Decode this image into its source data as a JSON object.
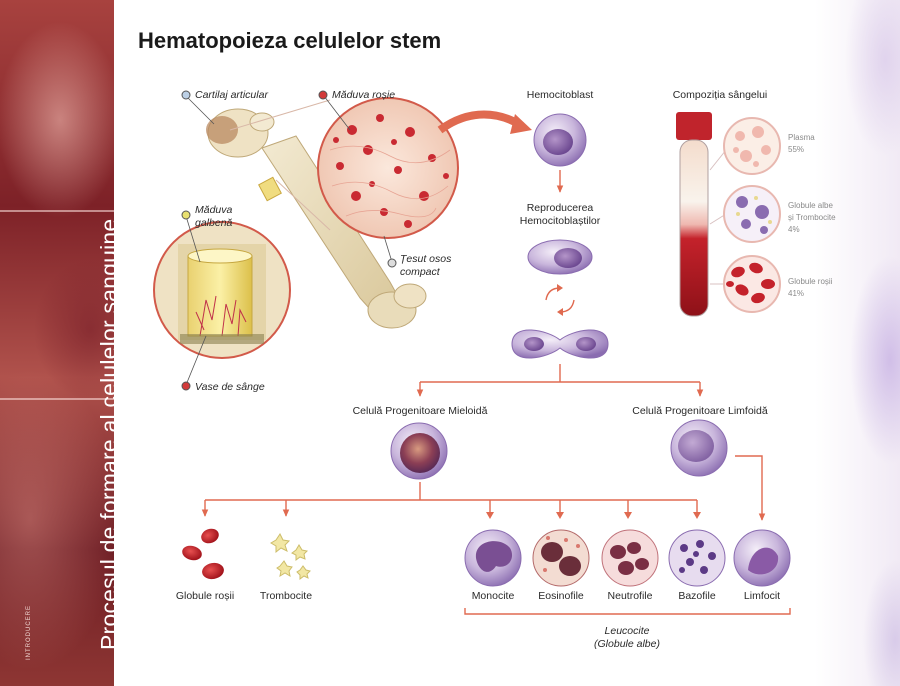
{
  "title": "Hematopoieza celulelor stem",
  "sidebar": {
    "title": "Procesul de formare al celulelor sanguine",
    "section": "INTRODUCERE"
  },
  "bone_labels": {
    "cartilage": "Cartilaj articular",
    "red_marrow": "Măduva roșie",
    "yellow_marrow": [
      "Măduva",
      "galbenă"
    ],
    "compact_bone": [
      "Țesut osos",
      "compact"
    ],
    "blood_vessels": "Vase de sânge"
  },
  "stem": {
    "hemocitoblast": "Hemocitoblast",
    "reproduction": [
      "Reproducerea",
      "Hemocitoblaștilor"
    ]
  },
  "blood_composition": {
    "title": "Compoziția sângelui",
    "items": [
      {
        "lines": [
          "Plasma",
          "55%"
        ]
      },
      {
        "lines": [
          "Globule albe",
          "și Trombocite",
          "4%"
        ]
      },
      {
        "lines": [
          "Globule roșii",
          "41%"
        ]
      }
    ]
  },
  "progenitors": {
    "myeloid": "Celulă Progenitoare Mieloidă",
    "lymphoid": "Celulă Progenitoare Limfoidă"
  },
  "cells": {
    "red": "Globule roșii",
    "platelets": "Trombocite",
    "monocite": "Monocite",
    "eosinofile": "Eosinofile",
    "neutrofile": "Neutrofile",
    "bazofile": "Bazofile",
    "limfocit": "Limfocit"
  },
  "leukocytes": [
    "Leucocite",
    "(Globule albe)"
  ],
  "colors": {
    "accent": "#e06a50",
    "sidebar": "#8b2a2e",
    "cell_purple": "#8a6cb0",
    "blood_red": "#b81c24"
  }
}
